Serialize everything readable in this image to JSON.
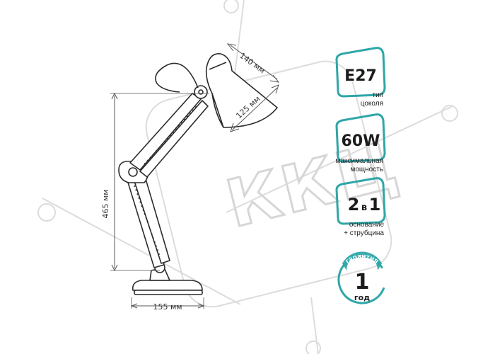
{
  "colors": {
    "accent": "#2fa6a8",
    "ink": "#1c1c1c",
    "watermark": "#d6d6d6"
  },
  "watermark": {
    "text": "ККЦ"
  },
  "dimensions": {
    "shade_length": "140 мм",
    "shade_diameter": "125 мм",
    "height": "465 мм",
    "base_width": "155 мм"
  },
  "badges": [
    {
      "icon": "socket-badge-icon",
      "main": "E27",
      "caption_line1": "тип",
      "caption_line2": "цоколя"
    },
    {
      "icon": "power-badge-icon",
      "main": "60W",
      "caption_line1": "максимальная",
      "caption_line2": "мощность"
    },
    {
      "icon": "two-in-one-badge-icon",
      "main_big": "2",
      "main_small": "в",
      "main_big2": "1",
      "caption_line1": "основание",
      "caption_line2": "+ струбцина"
    }
  ],
  "warranty": {
    "arc_text": "гарантия",
    "years": "1",
    "unit": "год"
  }
}
